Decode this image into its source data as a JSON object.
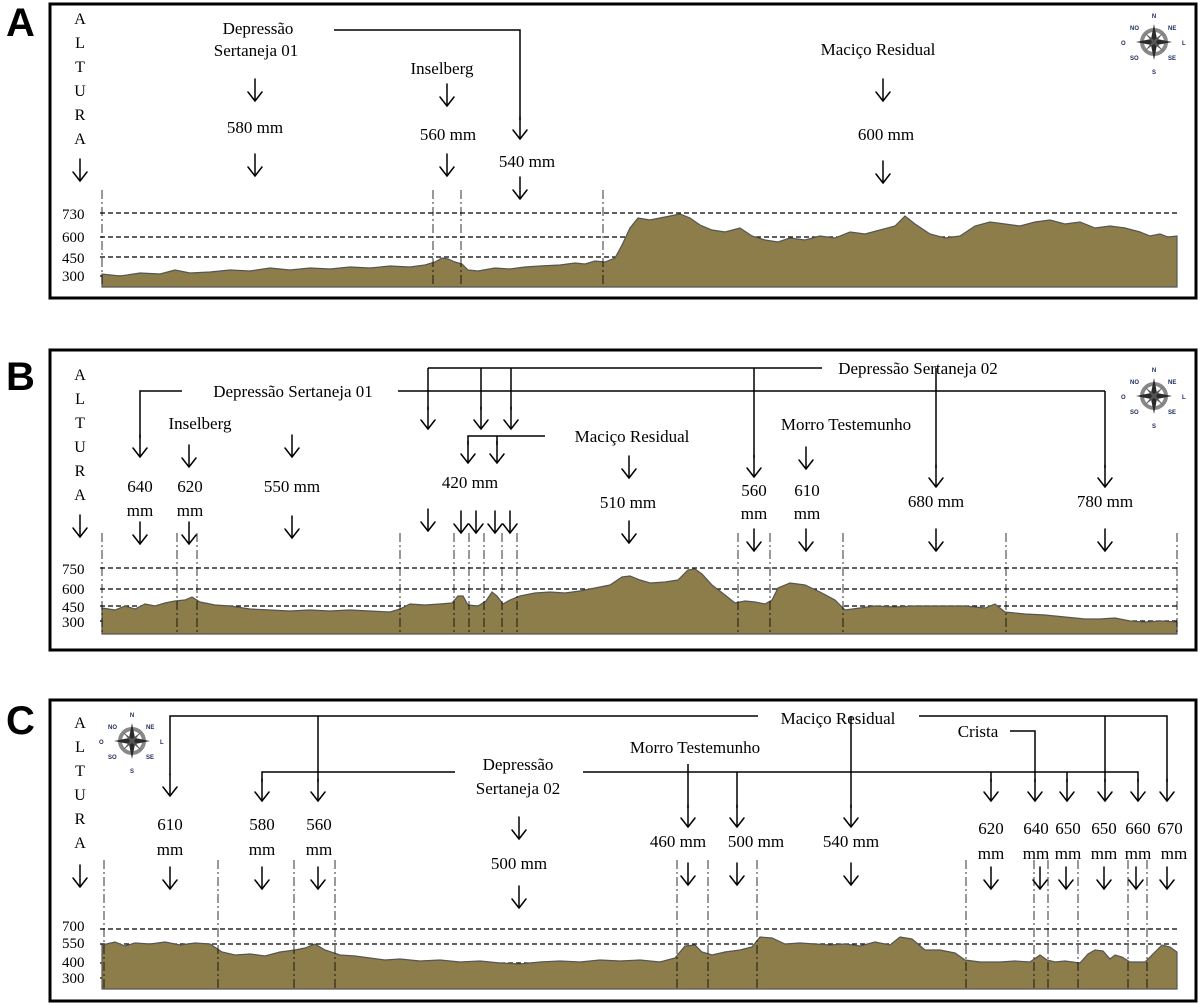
{
  "altura": [
    "A",
    "L",
    "T",
    "U",
    "R",
    "A"
  ],
  "compass": {
    "n": "N",
    "s": "S",
    "l": "L",
    "o": "O",
    "ne": "NE",
    "no": "NO",
    "se": "SE",
    "so": "SO"
  },
  "panelA": {
    "letter": "A",
    "ticks": [
      "730",
      "600",
      "450",
      "300"
    ],
    "dep1": [
      "Depressão",
      "Sertaneja 01"
    ],
    "inselberg": "Inselberg",
    "macico": "Maciço Residual",
    "p580": "580 mm",
    "p560": "560 mm",
    "p540": "540 mm",
    "p600": "600 mm"
  },
  "panelB": {
    "letter": "B",
    "ticks": [
      "750",
      "600",
      "450",
      "300"
    ],
    "dep1": "Depressão Sertaneja 01",
    "dep2": "Depressão Sertaneja 02",
    "inselberg": "Inselberg",
    "macico": "Maciço Residual",
    "morro": "Morro Testemunho",
    "v640": [
      "640",
      "mm"
    ],
    "v620": [
      "620",
      "mm"
    ],
    "v550": "550 mm",
    "v420": "420 mm",
    "v510": "510 mm",
    "v560": [
      "560",
      "mm"
    ],
    "v610": [
      "610",
      "mm"
    ],
    "v680": "680 mm",
    "v780": "780 mm"
  },
  "panelC": {
    "letter": "C",
    "ticks": [
      "700",
      "550",
      "400",
      "300"
    ],
    "macico": "Maciço Residual",
    "crista": "Crista",
    "morro": "Morro Testemunho",
    "dep2": [
      "Depressão",
      "Sertaneja 02"
    ],
    "v610": [
      "610",
      "mm"
    ],
    "v580": [
      "580",
      "mm"
    ],
    "v560": [
      "560",
      "mm"
    ],
    "v500c": "500 mm",
    "v460": "460 mm",
    "v500": "500 mm",
    "v540": "540 mm",
    "v620": [
      "620",
      "mm"
    ],
    "v640": [
      "640",
      "mm"
    ],
    "v650a": [
      "650",
      "mm"
    ],
    "v650b": [
      "650",
      "mm"
    ],
    "v660": [
      "660",
      "mm"
    ],
    "v670": [
      "670",
      "mm"
    ]
  }
}
